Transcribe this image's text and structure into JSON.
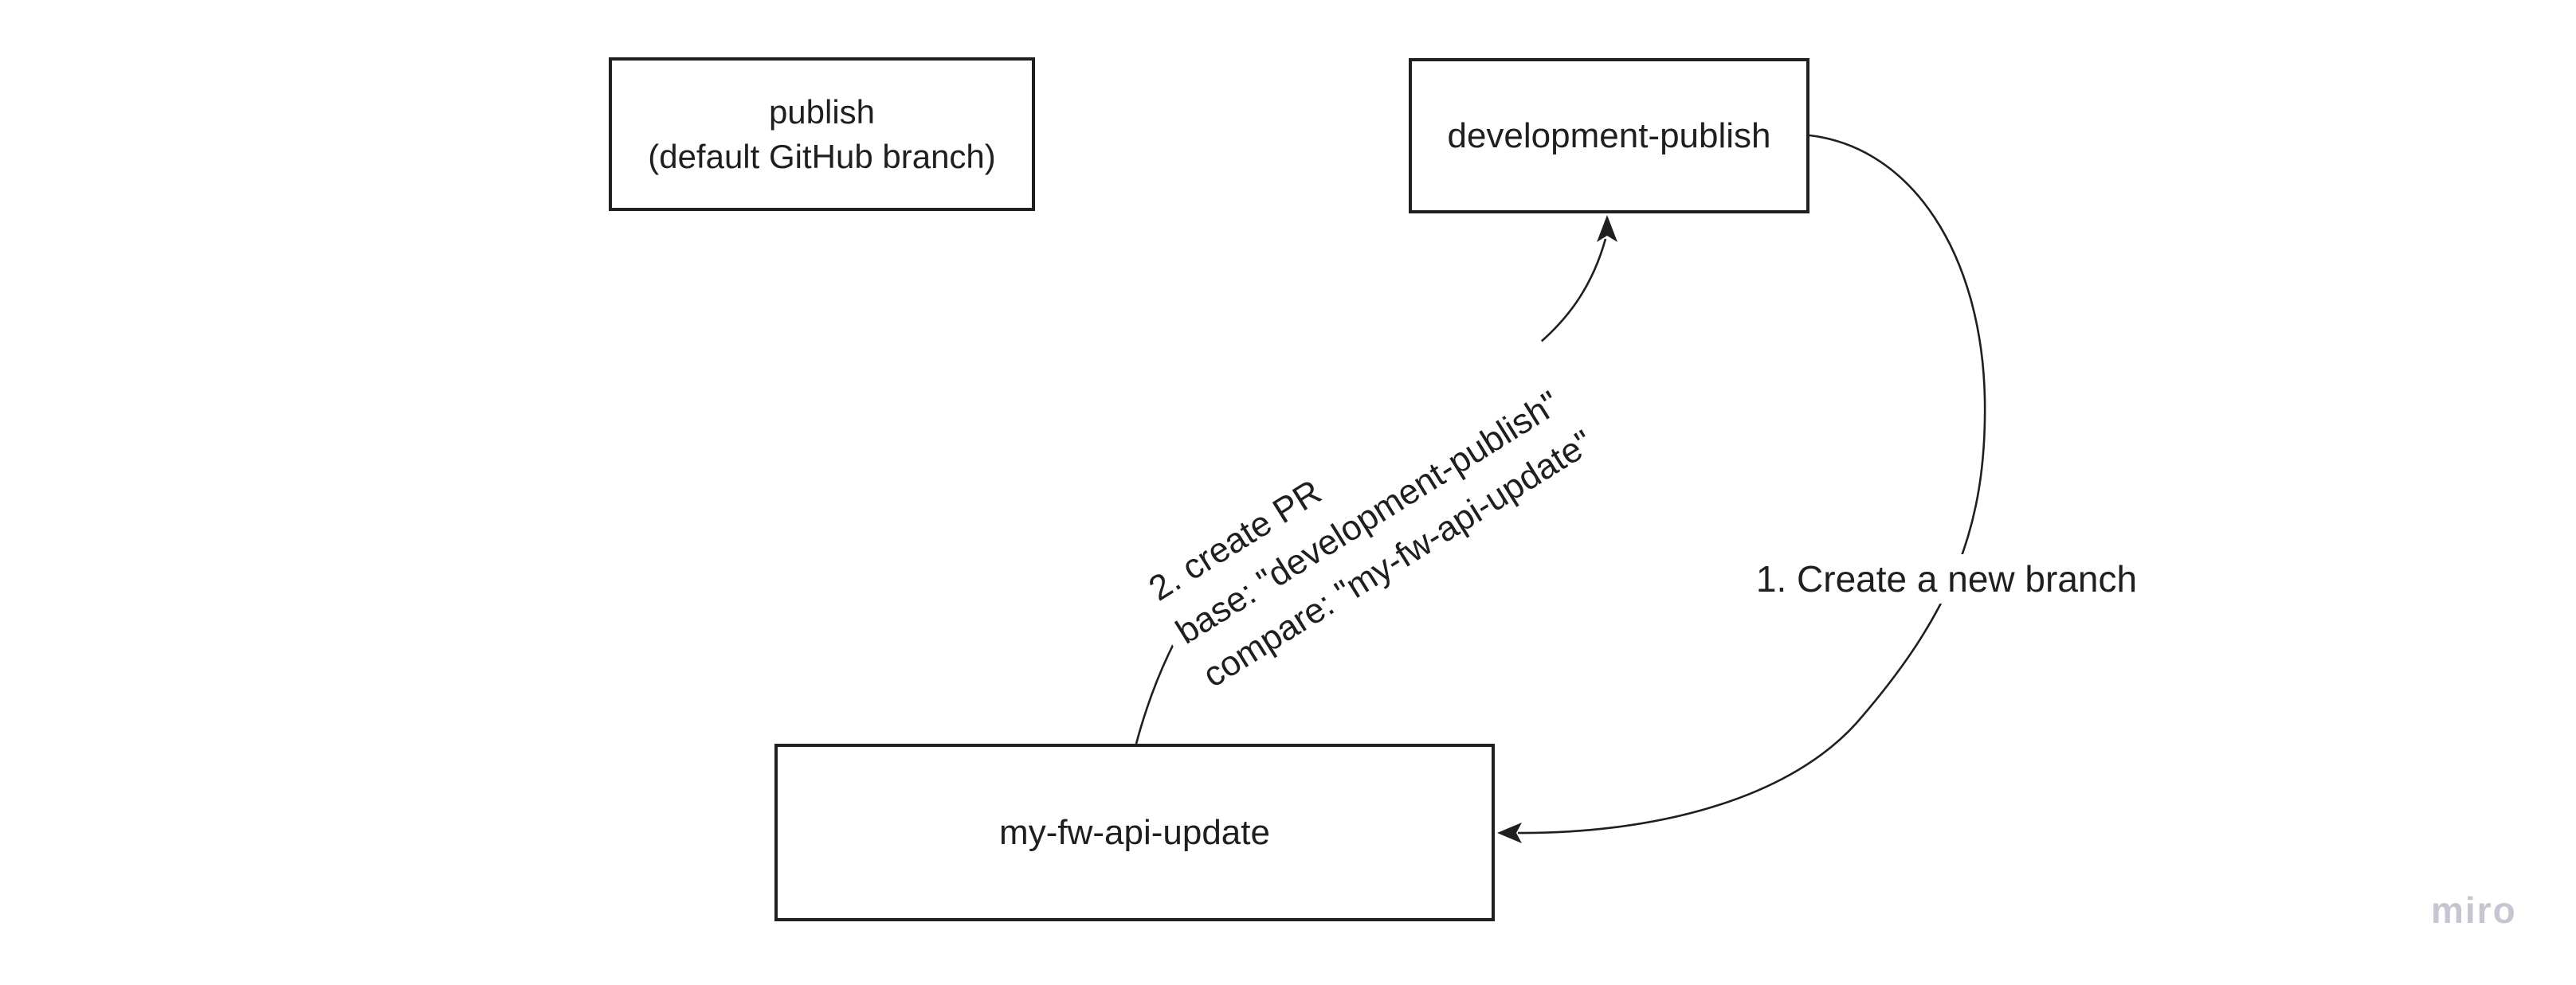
{
  "diagram": {
    "nodes": {
      "publish": {
        "line1": "publish",
        "line2": "(default GitHub branch)"
      },
      "development_publish": {
        "label": "development-publish"
      },
      "my_fw_api_update": {
        "label": "my-fw-api-update"
      }
    },
    "connectors": {
      "create_branch": {
        "label": "1. Create a new branch",
        "from": "development-publish",
        "to": "my-fw-api-update"
      },
      "create_pr": {
        "line1": "2. create PR",
        "line2": "base: \"development-publish\"",
        "line3": "compare: \"my-fw-api-update\"",
        "from": "my-fw-api-update",
        "to": "development-publish"
      }
    },
    "colors": {
      "ink": "#1f1f21",
      "background": "#ffffff",
      "watermark": "#c6c6d2"
    }
  },
  "watermark": {
    "label": "miro"
  }
}
